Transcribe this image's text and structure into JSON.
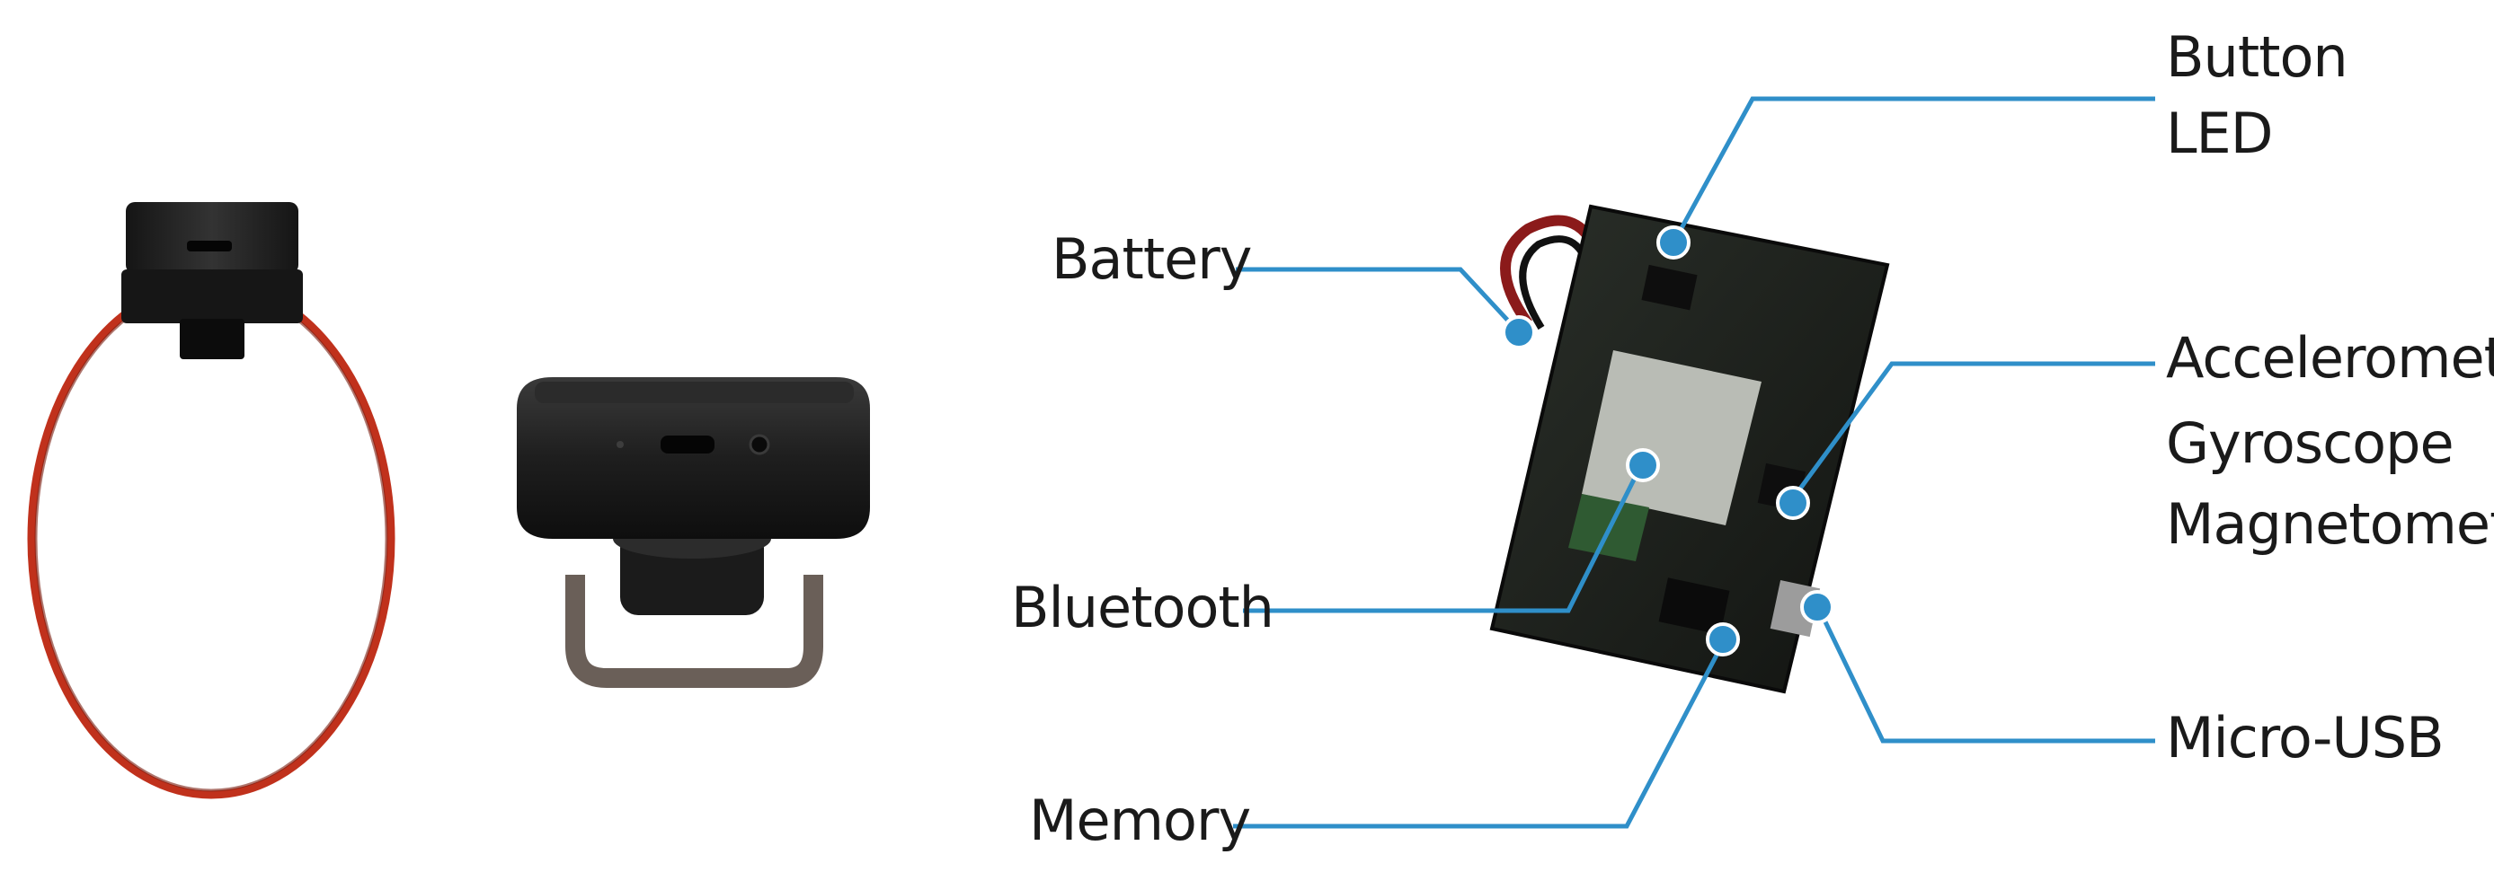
{
  "labels": {
    "button": "Button",
    "led": "LED",
    "battery": "Battery",
    "accelerometer": "Accelerometer",
    "gyroscope": "Gyroscope",
    "magnetometer": "Magnetometer",
    "bluetooth": "Bluetooth",
    "micro_usb": "Micro-USB",
    "memory": "Memory"
  },
  "colors": {
    "callout_line": "#2f8fc9",
    "callout_dot": "#2f8fc9",
    "strap": "#c0311c",
    "device_body": "#1c1c1c",
    "pcb": "#1b1f1a",
    "clip": "#6a5f58"
  },
  "icons": {
    "device_with_strap": "wearable-sensor-with-elastic-strap",
    "device_with_clip": "wearable-sensor-with-clip",
    "circuit_board": "sensor-pcb"
  }
}
